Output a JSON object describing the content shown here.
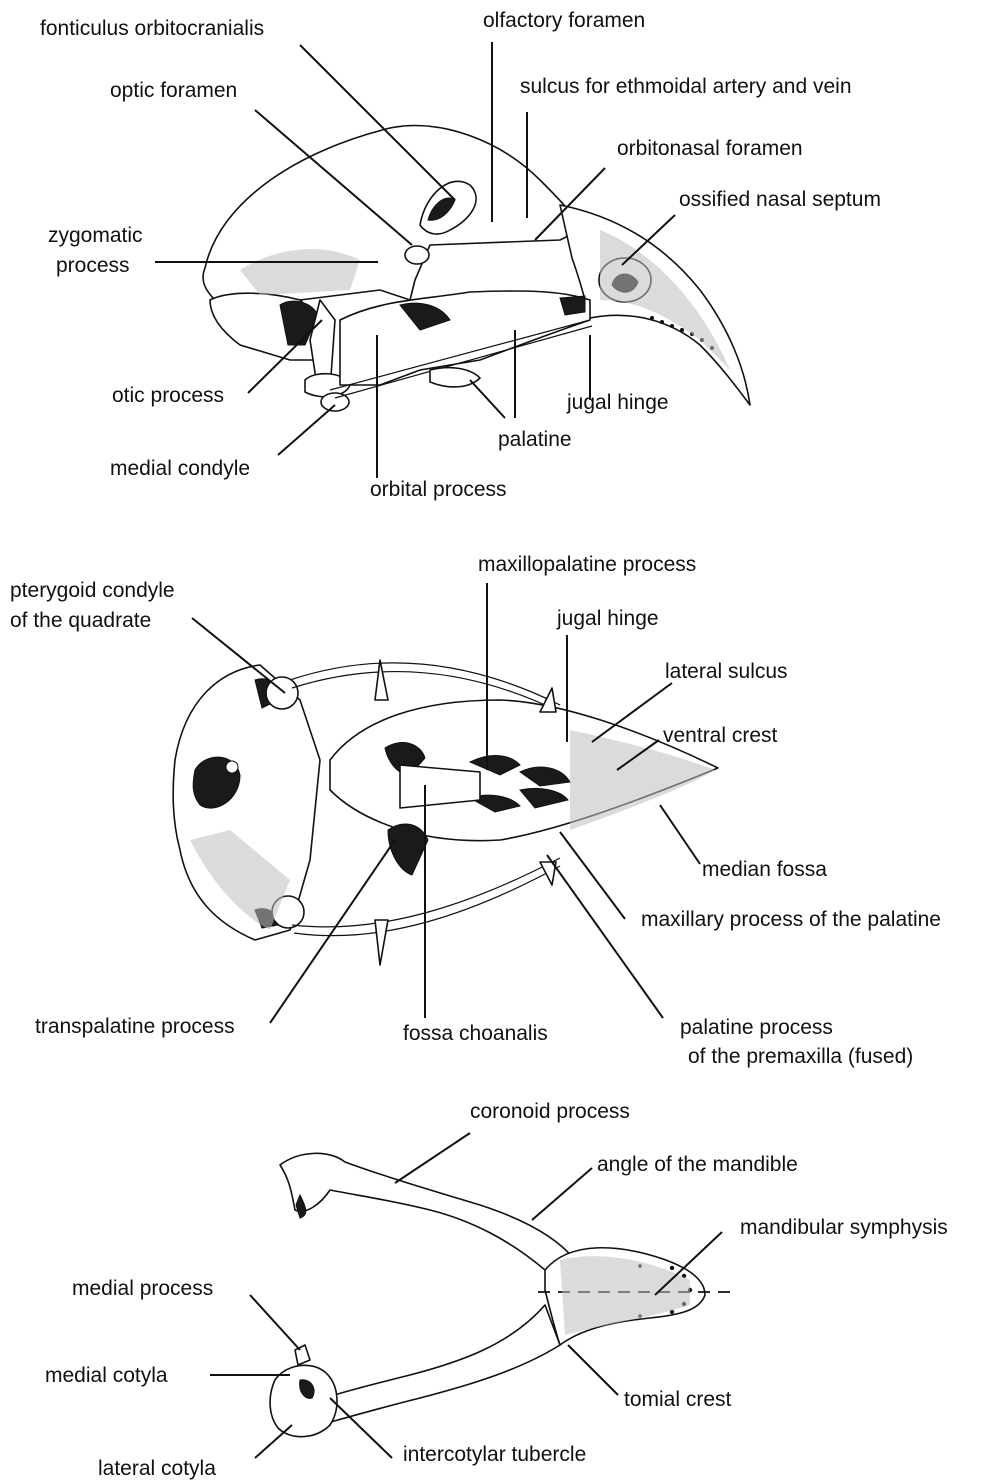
{
  "figure": {
    "lateral_view": {
      "labels": {
        "fonticulus": "fonticulus orbitocranialis",
        "olfactory": "olfactory foramen",
        "sulcus_ethmoidal": "sulcus for ethmoidal artery and vein",
        "optic": "optic foramen",
        "orbitonasal": "orbitonasal foramen",
        "nasal_septum": "ossified nasal septum",
        "zygomatic_1": "zygomatic",
        "zygomatic_2": "process",
        "otic": "otic process",
        "jugal_hinge": "jugal hinge",
        "palatine": "palatine",
        "medial_condyle": "medial condyle",
        "orbital_process": "orbital process"
      }
    },
    "ventral_view": {
      "labels": {
        "maxillopalatine": "maxillopalatine process",
        "pterygoid_1": "pterygoid condyle",
        "pterygoid_2": "of the quadrate",
        "jugal_hinge": "jugal hinge",
        "lateral_sulcus": "lateral sulcus",
        "ventral_crest": "ventral crest",
        "median_fossa": "median fossa",
        "maxillary_process": "maxillary process of the palatine",
        "transpalatine": "transpalatine process",
        "fossa_choanalis": "fossa choanalis",
        "palatine_process_1": "palatine process",
        "palatine_process_2": "of the premaxilla (fused)"
      }
    },
    "mandible_view": {
      "labels": {
        "coronoid": "coronoid process",
        "angle": "angle of the mandible",
        "symphysis": "mandibular symphysis",
        "medial_process": "medial process",
        "medial_cotyla": "medial cotyla",
        "tomial_crest": "tomial crest",
        "lateral_cotyla": "lateral cotyla",
        "intercotylar": "intercotylar tubercle"
      }
    }
  }
}
